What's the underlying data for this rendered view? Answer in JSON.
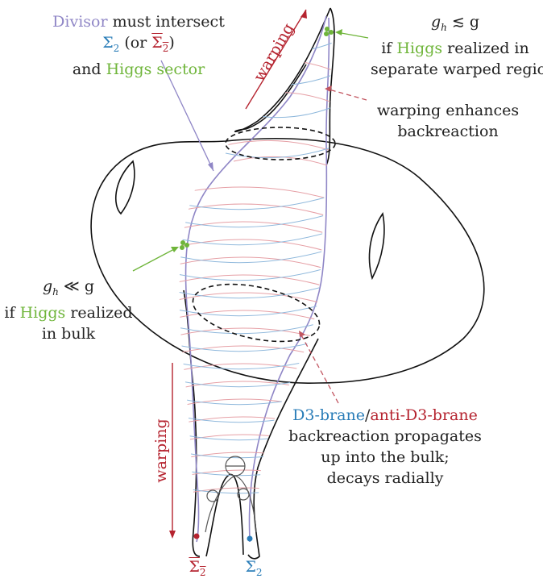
{
  "colors": {
    "lavender": "#8f86c6",
    "green": "#6fb53a",
    "blue": "#2a7db8",
    "red": "#b5232f",
    "ink": "#222222"
  },
  "labels": {
    "divisor_prefix": "Divisor",
    "divisor_rest": " must intersect",
    "sigma2": "Σ",
    "sub2": "2",
    "or_open": " (or ",
    "close_paren": ")",
    "and": "and ",
    "higgs_sector": "Higgs sector",
    "gh_approx": "g",
    "h_sub": "h",
    "lesssim": " ≲ g",
    "ll": " ≪ g",
    "if": "if ",
    "higgs": "Higgs",
    "realized_in": " realized in",
    "separate_region": "separate warped region",
    "realized": " realized",
    "in_bulk": "in bulk",
    "warping_enhances": "warping enhances",
    "backreaction": "backreaction",
    "d3": "D3-brane",
    "slash": "/",
    "anti_d3": "anti-D3-brane",
    "propagates": "backreaction propagates",
    "up_into": "up into the bulk;",
    "decays": "decays radially",
    "warping_top": "warping",
    "warping_bottom": "warping",
    "sigma_bar_bottom": "Σ",
    "sigma_bottom": "Σ"
  }
}
